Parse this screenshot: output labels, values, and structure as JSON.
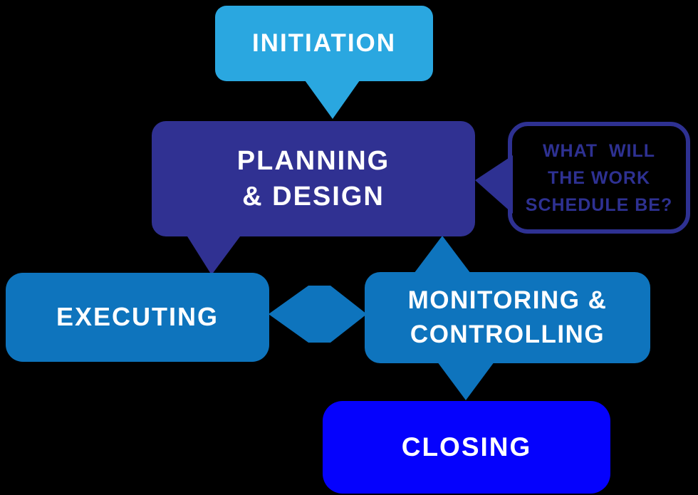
{
  "diagram": {
    "title": "Project management process phases flow diagram",
    "colors": {
      "background": "#000000",
      "light_blue": "#2AA7E0",
      "indigo": "#303192",
      "callout_indigo": "#2E3192",
      "medium_blue": "#0E74BD",
      "bright_blue": "#0502FD",
      "text_white": "#FFFFFF"
    },
    "nodes": {
      "initiation": {
        "label": "INITIATION"
      },
      "planning": {
        "lines": [
          "PLANNING",
          "& DESIGN"
        ]
      },
      "executing": {
        "label": "EXECUTING"
      },
      "monitoring": {
        "lines": [
          "MONITORING &",
          "CONTROLLING"
        ]
      },
      "closing": {
        "label": "CLOSING"
      },
      "callout": {
        "lines": [
          "WHAT  WILL",
          "THE WORK",
          "SCHEDULE BE?"
        ]
      }
    },
    "connectors": [
      "initiation-to-planning-tail",
      "planning-to-executing-tail",
      "callout-to-planning-arrow",
      "monitoring-to-planning-up-arrow",
      "monitoring-to-closing-down-arrow",
      "executing-monitoring-double-arrow"
    ]
  }
}
